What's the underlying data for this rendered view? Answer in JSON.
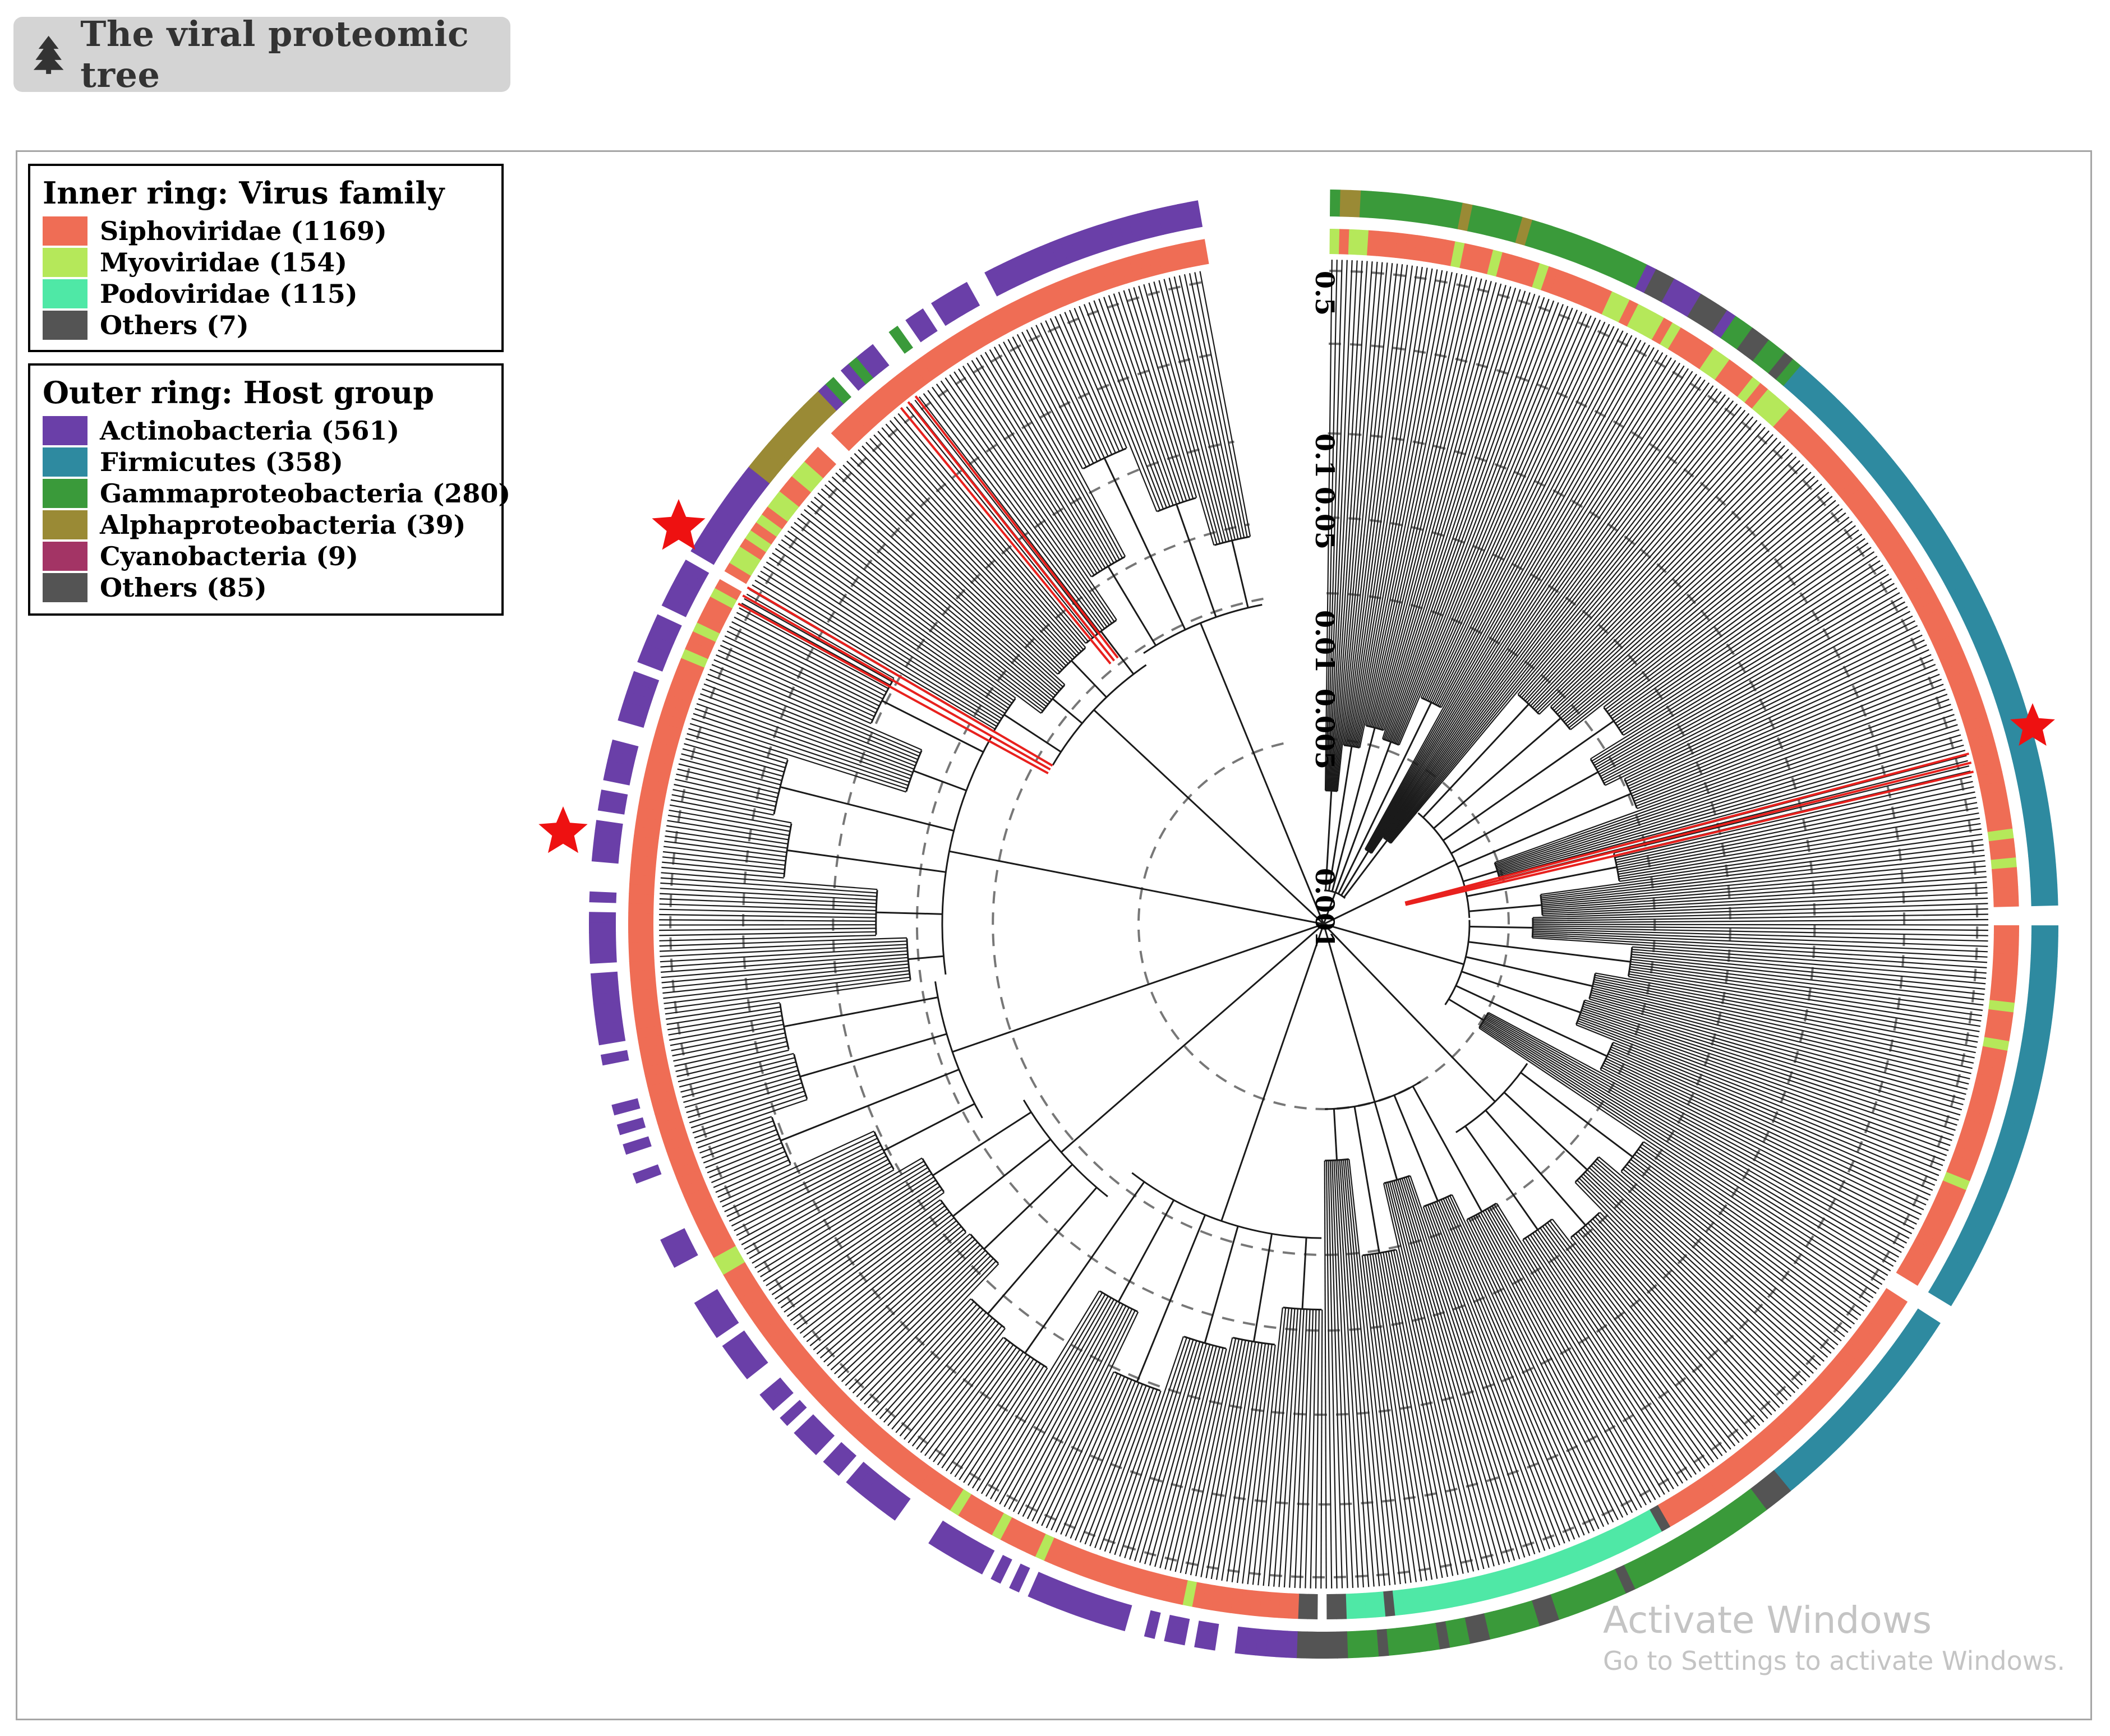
{
  "title": {
    "text": "The viral proteomic tree",
    "icon": "tree-icon"
  },
  "legend_family": {
    "title": "Inner ring: Virus family",
    "items": [
      {
        "label": "Siphoviridae (1169)",
        "color": "#ef6d55"
      },
      {
        "label": "Myoviridae (154)",
        "color": "#b5e85a"
      },
      {
        "label": "Podoviridae (115)",
        "color": "#4fe8a6"
      },
      {
        "label": "Others (7)",
        "color": "#545454"
      }
    ]
  },
  "legend_host": {
    "title": "Outer ring: Host group",
    "items": [
      {
        "label": "Actinobacteria (561)",
        "color": "#6a3fa8"
      },
      {
        "label": "Firmicutes (358)",
        "color": "#2e8aa0"
      },
      {
        "label": "Gammaproteobacteria (280)",
        "color": "#3a9a3a"
      },
      {
        "label": "Alphaproteobacteria (39)",
        "color": "#9a8a35"
      },
      {
        "label": "Cyanobacteria (9)",
        "color": "#a33465"
      },
      {
        "label": "Others (85)",
        "color": "#545454"
      }
    ]
  },
  "scale_labels": [
    "0.5",
    "0.1",
    "0.05",
    "0.01",
    "0.005",
    "0.001"
  ],
  "watermark": {
    "line1": "Activate Windows",
    "line2": "Go to Settings to activate Windows."
  },
  "colors": {
    "branch": "#1a1a1a",
    "highlight": "#e8211e",
    "star": "#ee1111",
    "grid": "#777777"
  }
}
